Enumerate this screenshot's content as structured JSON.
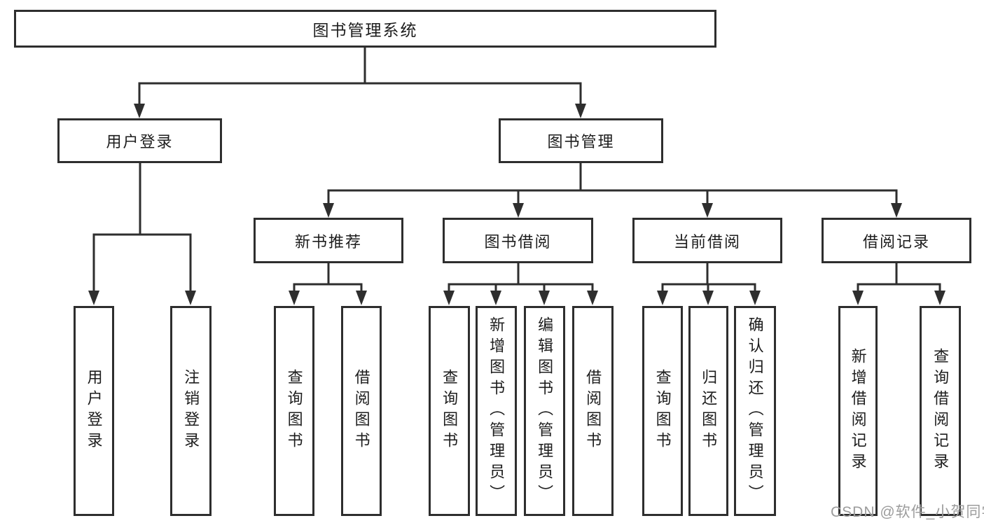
{
  "diagram_title": "图书管理系统",
  "watermark": "CSDN @软件_小贺同学",
  "colors": {
    "line": "#2e2e2e",
    "text": "#1d1d1d",
    "watermark": "#9c9c9c",
    "background": "#ffffff"
  },
  "nodes": {
    "root": {
      "label": "图书管理系统"
    },
    "login": {
      "label": "用户登录",
      "leaves": [
        "用户登录",
        "注销登录"
      ]
    },
    "management": {
      "label": "图书管理",
      "groups": [
        {
          "label": "新书推荐",
          "leaves": [
            "查询图书",
            "借阅图书"
          ]
        },
        {
          "label": "图书借阅",
          "leaves": [
            "查询图书",
            "新增图书（管理员）",
            "编辑图书（管理员）",
            "借阅图书"
          ]
        },
        {
          "label": "当前借阅",
          "leaves": [
            "查询图书",
            "归还图书",
            "确认归还（管理员）"
          ]
        },
        {
          "label": "借阅记录",
          "leaves": [
            "新增借阅记录",
            "查询借阅记录"
          ]
        }
      ]
    }
  }
}
